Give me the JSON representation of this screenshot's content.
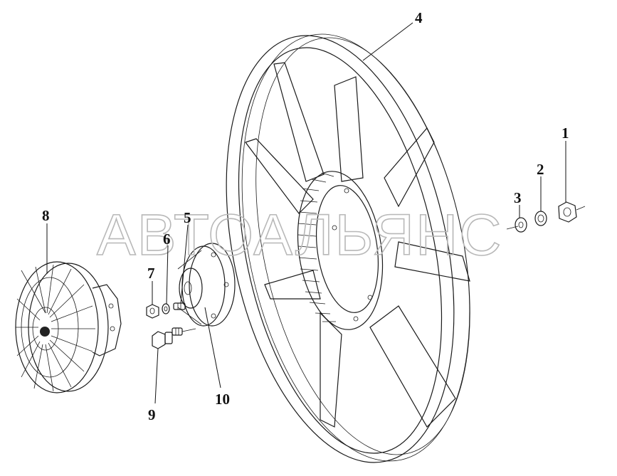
{
  "watermark": "АВТОАЛЬЯНС",
  "callouts": {
    "c1": "1",
    "c2": "2",
    "c3": "3",
    "c4": "4",
    "c5": "5",
    "c6": "6",
    "c7": "7",
    "c8": "8",
    "c9": "9",
    "c10": "10"
  }
}
